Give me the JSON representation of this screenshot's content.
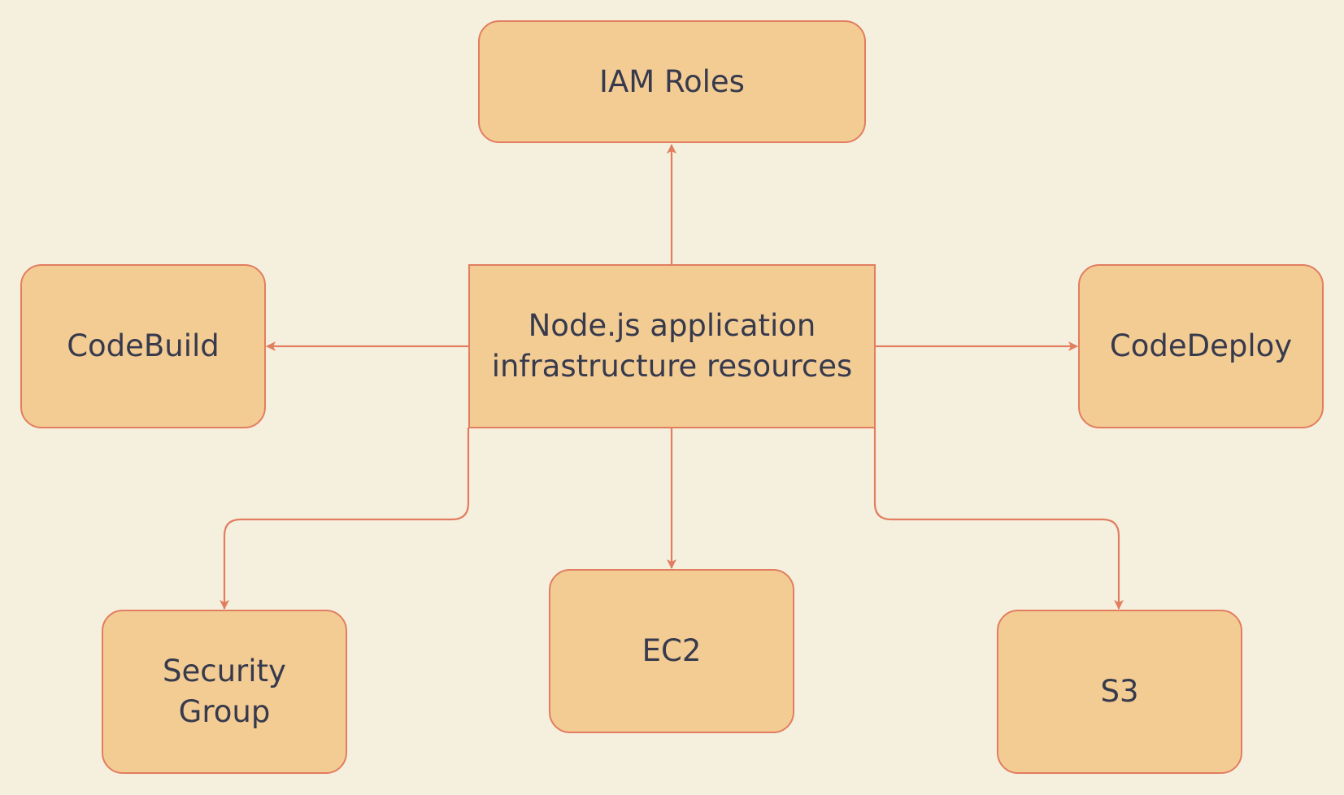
{
  "colors": {
    "background": "#f5f0dd",
    "node_fill": "#f3cc94",
    "node_stroke": "#e27d60",
    "edge": "#e27d60",
    "text": "#373a4c"
  },
  "nodes": {
    "center": {
      "line1": "Node.js application",
      "line2": "infrastructure resources"
    },
    "iam_roles": {
      "label": "IAM Roles"
    },
    "codebuild": {
      "label": "CodeBuild"
    },
    "codedeploy": {
      "label": "CodeDeploy"
    },
    "security_group": {
      "line1": "Security",
      "line2": "Group"
    },
    "ec2": {
      "label": "EC2"
    },
    "s3": {
      "label": "S3"
    }
  },
  "edges": [
    {
      "from": "center",
      "to": "iam_roles"
    },
    {
      "from": "center",
      "to": "codebuild"
    },
    {
      "from": "center",
      "to": "codedeploy"
    },
    {
      "from": "center",
      "to": "security_group"
    },
    {
      "from": "center",
      "to": "ec2"
    },
    {
      "from": "center",
      "to": "s3"
    }
  ]
}
